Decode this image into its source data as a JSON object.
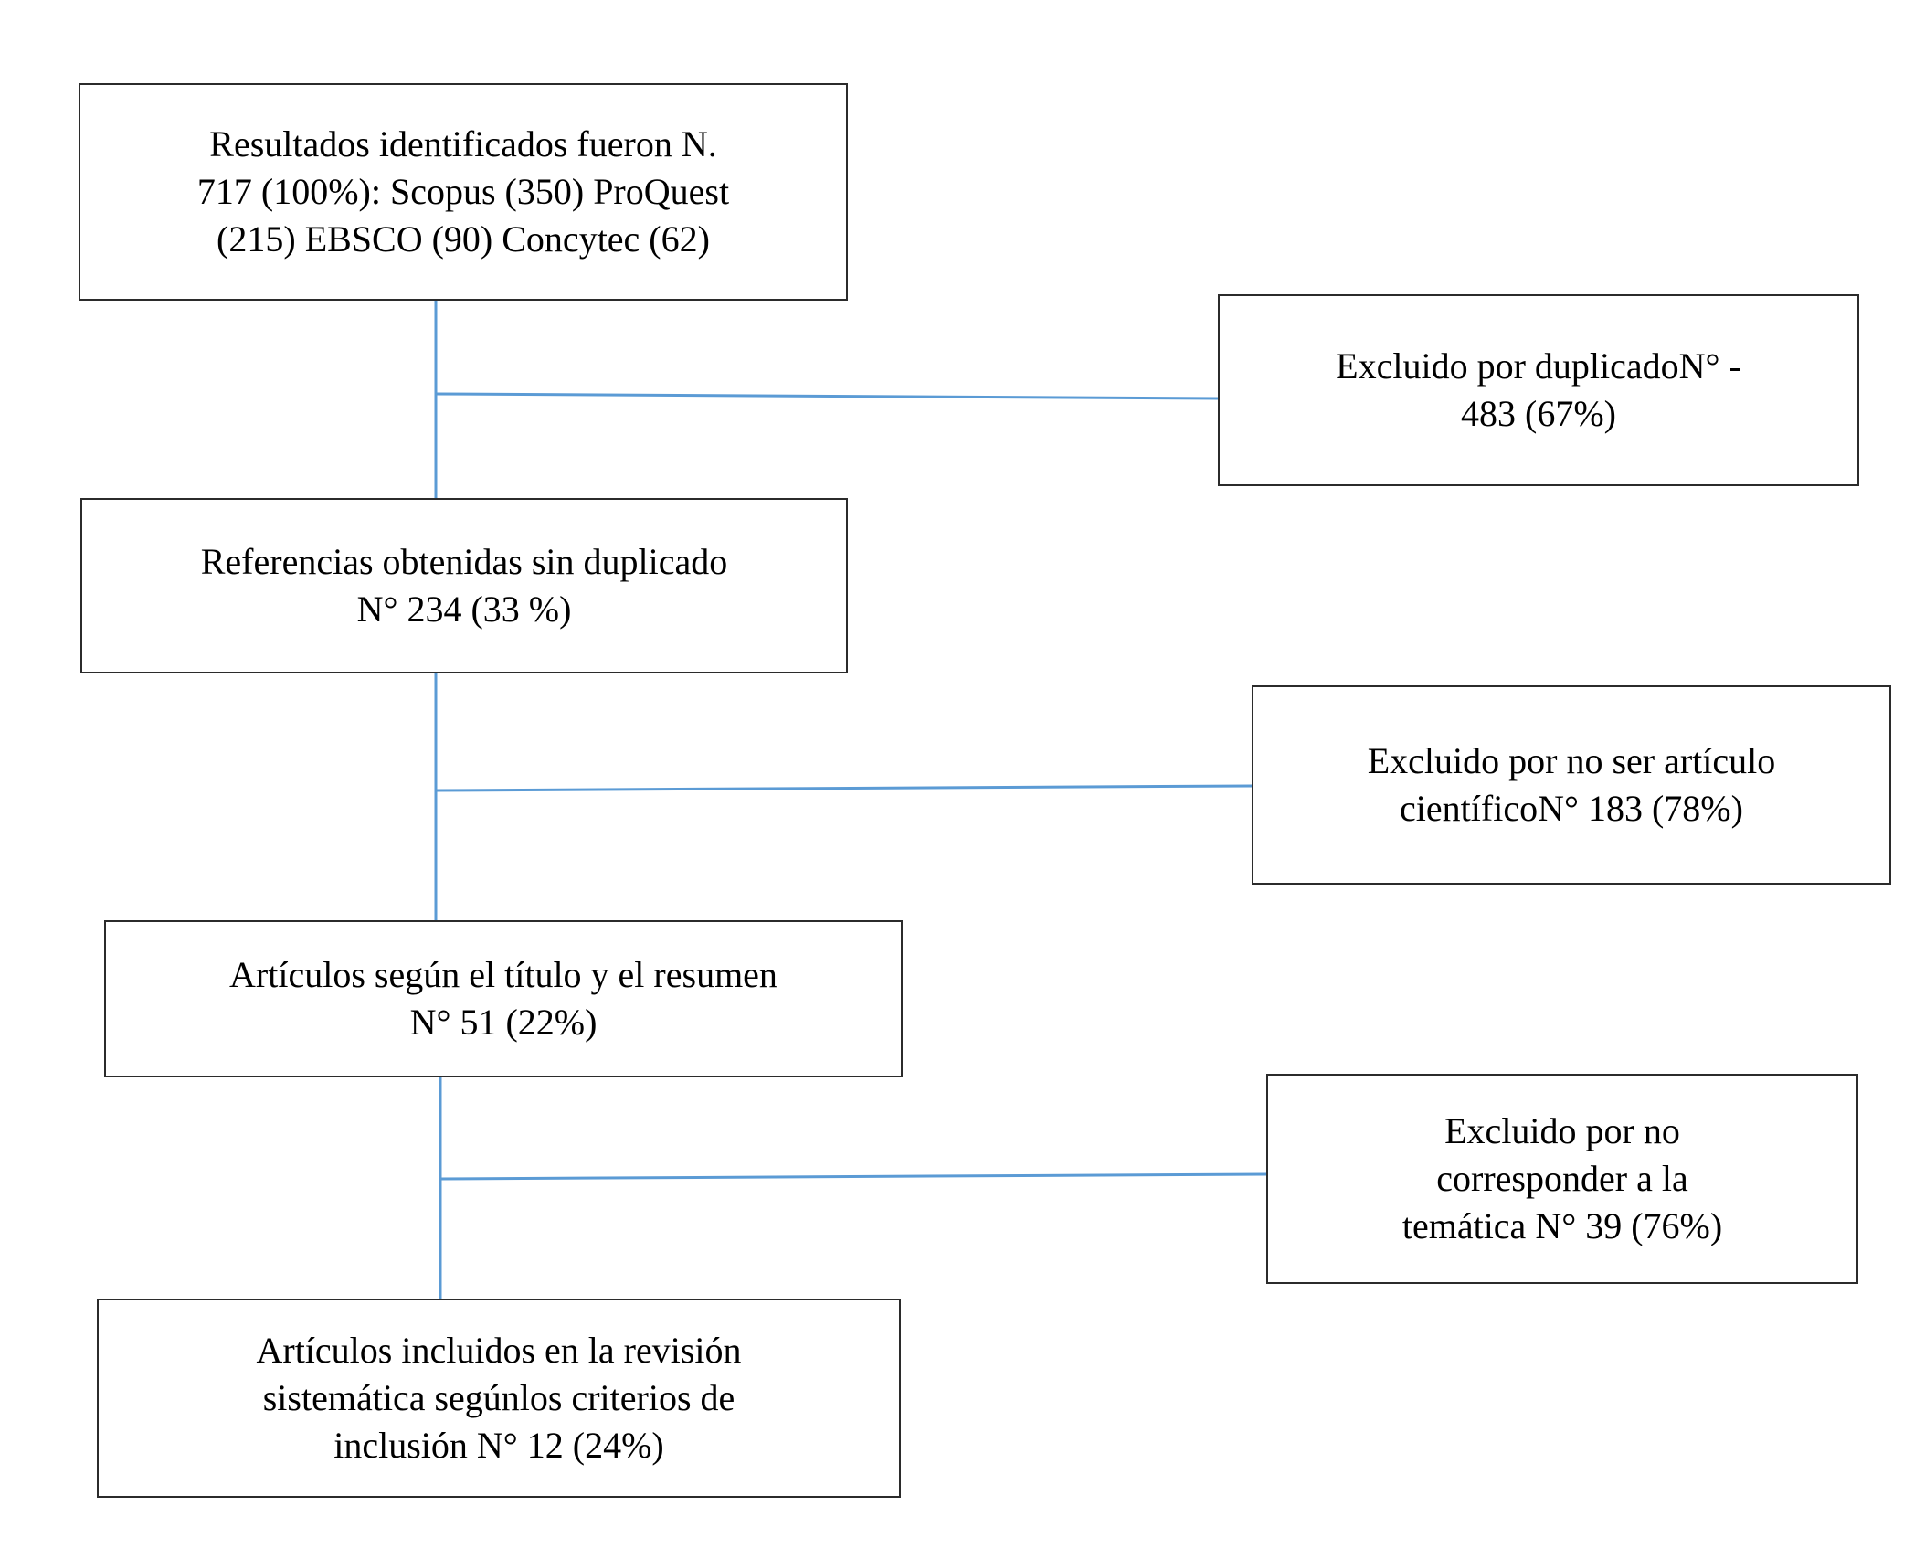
{
  "diagram": {
    "type": "flowchart",
    "title": "Diagrama de flujo de selección de artículos (PRISMA)",
    "language": "es",
    "accent_color": "#5b9bd5",
    "box_border_color": "#2b2b2b",
    "background_color": "#ffffff",
    "text_color": "#000000"
  },
  "main_flow": [
    {
      "id": "identified",
      "label": "Resultados identificados fueron N.\n717 (100%): Scopus (350) ProQuest\n(215) EBSCO (90) Concytec (62)",
      "count": 717,
      "percent": "100%",
      "sources": [
        {
          "name": "Scopus",
          "count": 350
        },
        {
          "name": "ProQuest",
          "count": 215
        },
        {
          "name": "EBSCO",
          "count": 90
        },
        {
          "name": "Concytec",
          "count": 62
        }
      ]
    },
    {
      "id": "no-duplicados",
      "label": "Referencias obtenidas sin duplicado\nN° 234 (33 %)",
      "count": 234,
      "percent": "33 %"
    },
    {
      "id": "titulo-resumen",
      "label": "Artículos según el título y el resumen\nN° 51 (22%)",
      "count": 51,
      "percent": "22%"
    },
    {
      "id": "incluidos",
      "label": "Artículos incluidos en la revisión\nsistemática segúnlos criterios de\ninclusión N° 12 (24%)",
      "count": 12,
      "percent": "24%"
    }
  ],
  "excluded_flow": [
    {
      "id": "excl-duplicado",
      "label": "Excluido por duplicadoN° -\n483 (67%)",
      "count": 483,
      "percent": "67%"
    },
    {
      "id": "excl-no-articulo",
      "label": "Excluido por no ser artículo\ncientíficoN° 183 (78%)",
      "count": 183,
      "percent": "78%"
    },
    {
      "id": "excl-tematica",
      "label": "Excluido por no\ncorresponder a la\ntemática N° 39 (76%)",
      "count": 39,
      "percent": "76%"
    }
  ]
}
